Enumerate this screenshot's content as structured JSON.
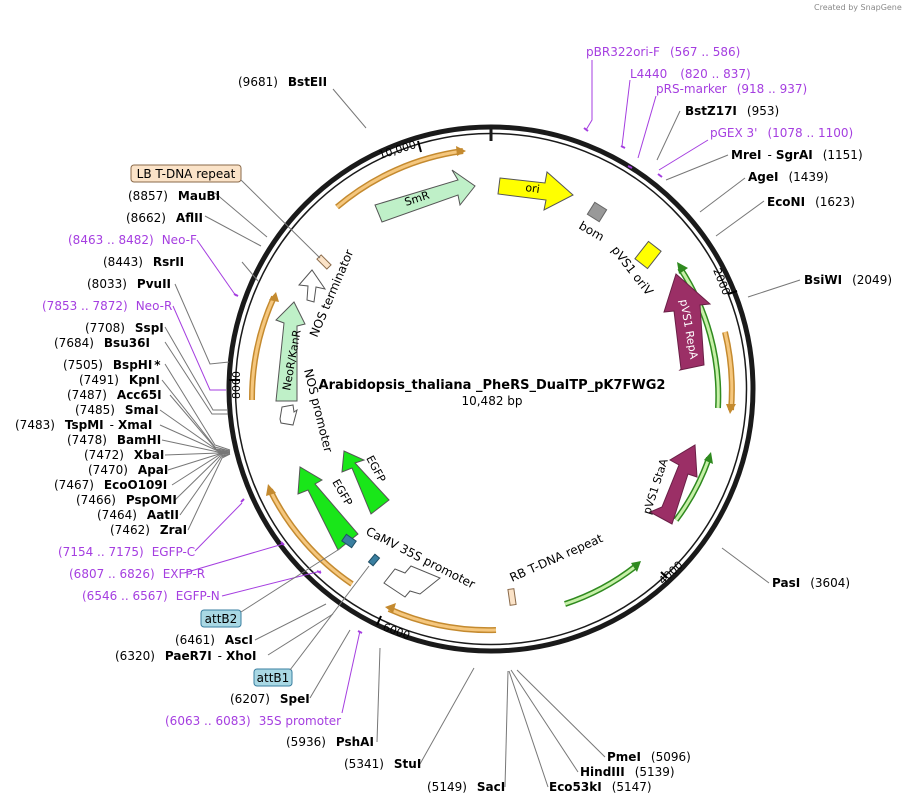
{
  "credit": "Created by SnapGene",
  "plasmid": {
    "name": "Arabidopsis_thaliana _PheRS_DualTP_pK7FWG2",
    "size_label": "10,482 bp",
    "length": 10482
  },
  "ticks": [
    "10,000",
    "2000",
    "4000",
    "6000",
    "8000"
  ],
  "colors": {
    "backbone": "#1a1a1a",
    "orange_feature": "#f5c77e",
    "smr": "#bff0c8",
    "ori": "#ffff00",
    "repa": "#9b2f66",
    "egfp": "#19e619",
    "primer": "#a53ee0",
    "lb_box": "#fbe3c8",
    "att_box": "#a9d8e4"
  },
  "enzymes": [
    {
      "pos": "(9681)",
      "name": "BstEII"
    },
    {
      "pos": "(953)",
      "name": "BstZ17I"
    },
    {
      "pos": "",
      "name": "MreI",
      "name2": "SgrAI",
      "pos2": "(1151)"
    },
    {
      "pos": "(1439)",
      "name": "AgeI"
    },
    {
      "pos": "(1623)",
      "name": "EcoNI"
    },
    {
      "pos": "(2049)",
      "name": "BsiWI"
    },
    {
      "pos": "(3604)",
      "name": "PasI"
    },
    {
      "pos": "(5096)",
      "name": "PmeI"
    },
    {
      "pos": "(5139)",
      "name": "HindIII"
    },
    {
      "pos": "(5147)",
      "name": "Eco53kI"
    },
    {
      "pos": "(5149)",
      "name": "SacI"
    },
    {
      "pos": "(5341)",
      "name": "StuI"
    },
    {
      "pos": "(5936)",
      "name": "PshAI"
    },
    {
      "pos": "(6207)",
      "name": "SpeI"
    },
    {
      "pos": "(6320)",
      "name": "PaeR7I",
      "name2": "XhoI"
    },
    {
      "pos": "(6461)",
      "name": "AscI"
    },
    {
      "pos": "(7462)",
      "name": "ZraI"
    },
    {
      "pos": "(7464)",
      "name": "AatII"
    },
    {
      "pos": "(7466)",
      "name": "PspOMI"
    },
    {
      "pos": "(7467)",
      "name": "EcoO109I"
    },
    {
      "pos": "(7470)",
      "name": "ApaI"
    },
    {
      "pos": "(7472)",
      "name": "XbaI"
    },
    {
      "pos": "(7478)",
      "name": "BamHI"
    },
    {
      "pos": "(7483)",
      "name": "TspMI",
      "name2": "XmaI"
    },
    {
      "pos": "(7485)",
      "name": "SmaI"
    },
    {
      "pos": "(7487)",
      "name": "Acc65I"
    },
    {
      "pos": "(7491)",
      "name": "KpnI"
    },
    {
      "pos": "(7505)",
      "name": "BspHI",
      "mark": "*"
    },
    {
      "pos": "(7684)",
      "name": "Bsu36I"
    },
    {
      "pos": "(7708)",
      "name": "SspI"
    },
    {
      "pos": "(8033)",
      "name": "PvuII"
    },
    {
      "pos": "(8443)",
      "name": "RsrII"
    },
    {
      "pos": "(8662)",
      "name": "AflII"
    },
    {
      "pos": "(8857)",
      "name": "MauBI"
    }
  ],
  "primers": [
    {
      "name": "pBR322ori-F",
      "range": "(567 .. 586)"
    },
    {
      "name": "L4440",
      "range": "(820 .. 837)"
    },
    {
      "name": "pRS-marker",
      "range": "(918 .. 937)"
    },
    {
      "name": "pGEX 3'",
      "range": "(1078 .. 1100)"
    },
    {
      "name": "Neo-F",
      "range": "(8463 .. 8482)"
    },
    {
      "name": "Neo-R",
      "range": "(7853 .. 7872)"
    },
    {
      "name": "EGFP-C",
      "range": "(7154 .. 7175)"
    },
    {
      "name": "EXFP-R",
      "range": "(6807 .. 6826)"
    },
    {
      "name": "EGFP-N",
      "range": "(6546 .. 6567)"
    },
    {
      "name": "35S promoter",
      "range": "(6063 .. 6083)"
    }
  ],
  "boxed_features": [
    {
      "name": "LB T-DNA repeat"
    },
    {
      "name": "attB2"
    },
    {
      "name": "attB1"
    }
  ],
  "features": [
    {
      "name": "SmR"
    },
    {
      "name": "ori"
    },
    {
      "name": "bom"
    },
    {
      "name": "pVS1 oriV"
    },
    {
      "name": "pVS1 RepA"
    },
    {
      "name": "pVS1 StaA"
    },
    {
      "name": "RB T-DNA repeat"
    },
    {
      "name": "CaMV 35S promoter"
    },
    {
      "name": "EGFP"
    },
    {
      "name": "EGFP"
    },
    {
      "name": "NOS promoter"
    },
    {
      "name": "NeoR/KanR"
    },
    {
      "name": "NOS terminator"
    }
  ]
}
